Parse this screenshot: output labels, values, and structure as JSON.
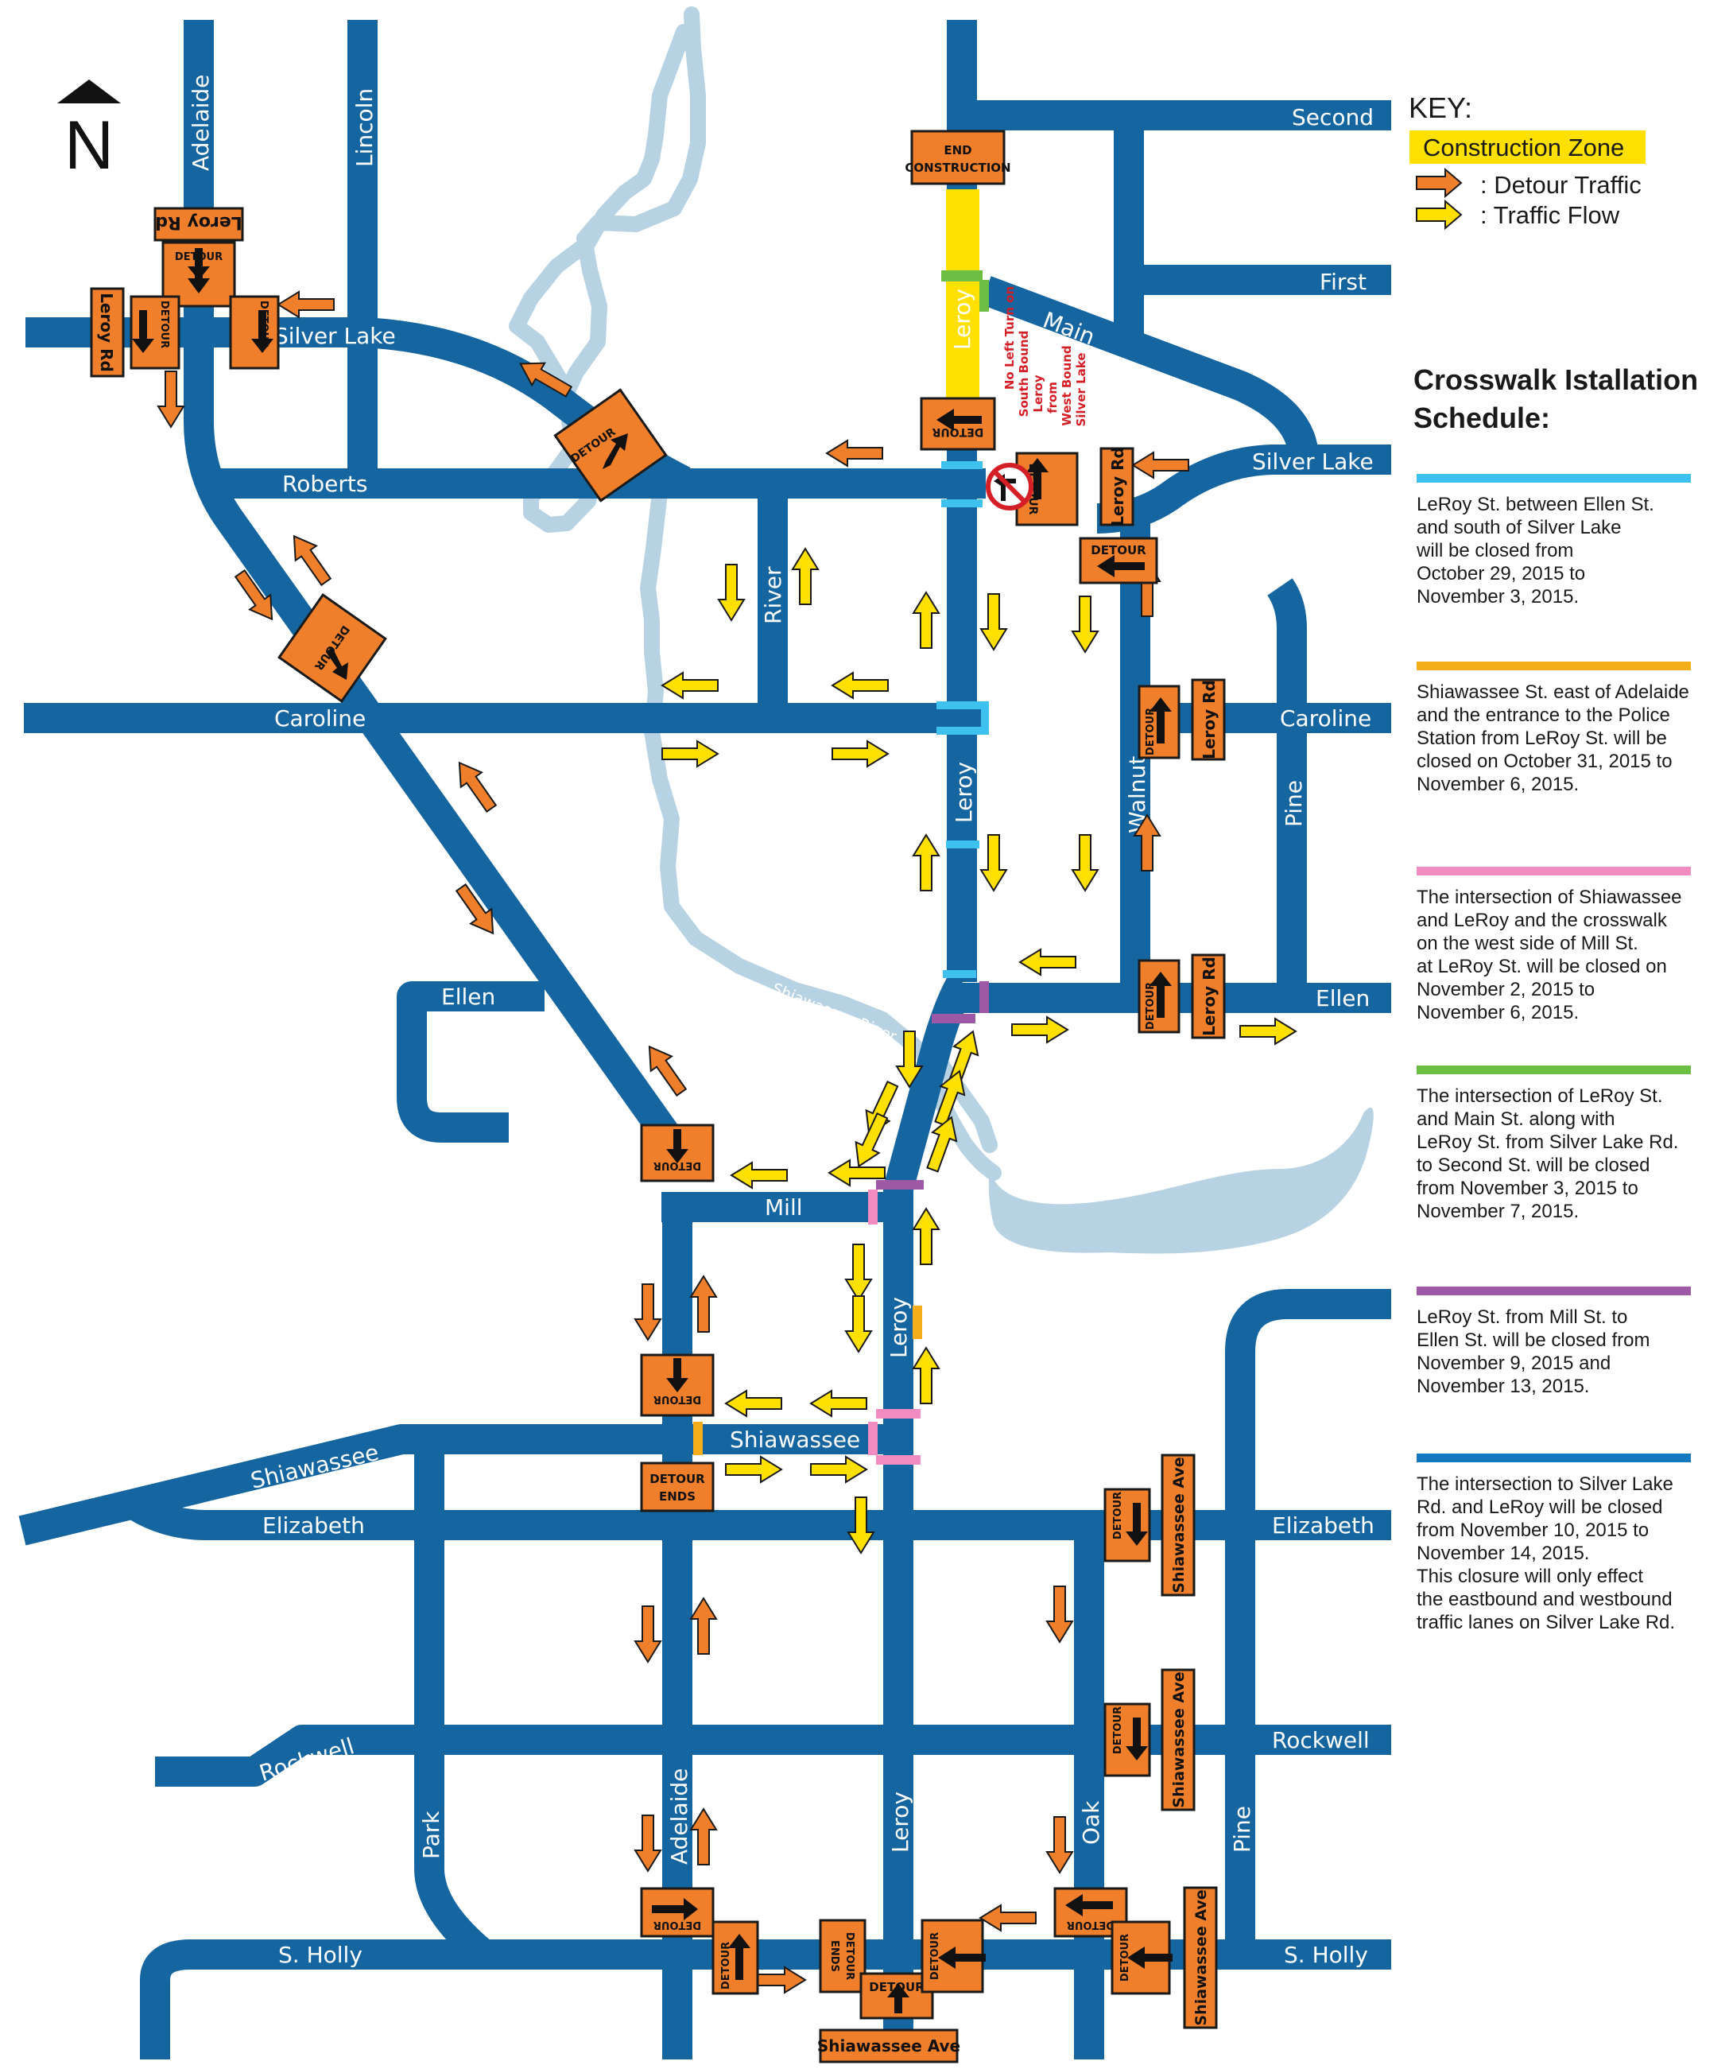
{
  "north_label": "N",
  "key": {
    "title": "KEY:",
    "construction_zone": "Construction Zone",
    "detour_traffic": ": Detour Traffic",
    "traffic_flow": ": Traffic Flow"
  },
  "colors": {
    "road": "#1565a0",
    "river": "#b7d3e3",
    "construction": "#ffe000",
    "detour": "#f07f2b",
    "flow": "#ffe000",
    "light_blue": "#3fc1f0",
    "orange_bar": "#f5ad1b",
    "pink": "#f28cc0",
    "green": "#6cbf43",
    "purple": "#9e59a6",
    "dark_blue": "#1478be"
  },
  "streets": {
    "adelaide": "Adelaide",
    "lincoln": "Lincoln",
    "leroy_rd": "Leroy Rd",
    "silver_lake": "Silver Lake",
    "roberts": "Roberts",
    "caroline": "Caroline",
    "ellen": "Ellen",
    "mill": "Mill",
    "shiawassee": "Shiawassee",
    "elizabeth": "Elizabeth",
    "rockwell": "Rockwell",
    "park": "Park",
    "s_holly": "S. Holly",
    "leroy": "Leroy",
    "oak": "Oak",
    "pine": "Pine",
    "walnut": "Walnut",
    "river": "River",
    "second": "Second",
    "first": "First",
    "main": "Main",
    "shiawassee_ave": "Shiawassee Ave",
    "shiawassee_river": "Shiawassee River"
  },
  "signs": {
    "detour": "DETOUR",
    "detour_ends_1": "DETOUR",
    "detour_ends_2": "ENDS",
    "end_construction_1": "END",
    "end_construction_2": "CONSTRUCTION"
  },
  "no_left_turn": [
    "No Left Turn on",
    "South Bound",
    "Leroy",
    "from",
    "West Bound",
    "Silver Lake"
  ],
  "schedule": {
    "title_line1": "Crosswalk Istallation",
    "title_line2": "Schedule:",
    "items": [
      {
        "color": "light_blue",
        "lines": [
          "LeRoy St. between Ellen St.",
          "and south of Silver Lake",
          "will be closed from",
          "October 29, 2015 to",
          "November 3, 2015."
        ]
      },
      {
        "color": "orange_bar",
        "lines": [
          "Shiawassee St. east of Adelaide",
          "and the entrance to the Police",
          "Station from LeRoy St. will be",
          "closed on October 31, 2015 to",
          "November 6, 2015."
        ]
      },
      {
        "color": "pink",
        "lines": [
          "The intersection of Shiawassee",
          "and LeRoy and the crosswalk",
          "on the west side of Mill St.",
          "at LeRoy St. will be closed on",
          "November 2, 2015 to",
          "November 6, 2015."
        ]
      },
      {
        "color": "green",
        "lines": [
          "The intersection of LeRoy St.",
          "and Main St. along with",
          "LeRoy St. from Silver Lake Rd.",
          "to Second St. will be closed",
          "from November 3, 2015 to",
          "November 7, 2015."
        ]
      },
      {
        "color": "purple",
        "lines": [
          "LeRoy St. from Mill St. to",
          "Ellen St. will be closed from",
          "November 9, 2015 and",
          "November 13, 2015."
        ]
      },
      {
        "color": "dark_blue",
        "lines": [
          "The intersection to Silver Lake",
          "Rd. and LeRoy will be closed",
          "from November 10, 2015 to",
          "November 14, 2015.",
          "This closure will only effect",
          "the eastbound and westbound",
          "traffic lanes on Silver Lake Rd."
        ]
      }
    ]
  }
}
